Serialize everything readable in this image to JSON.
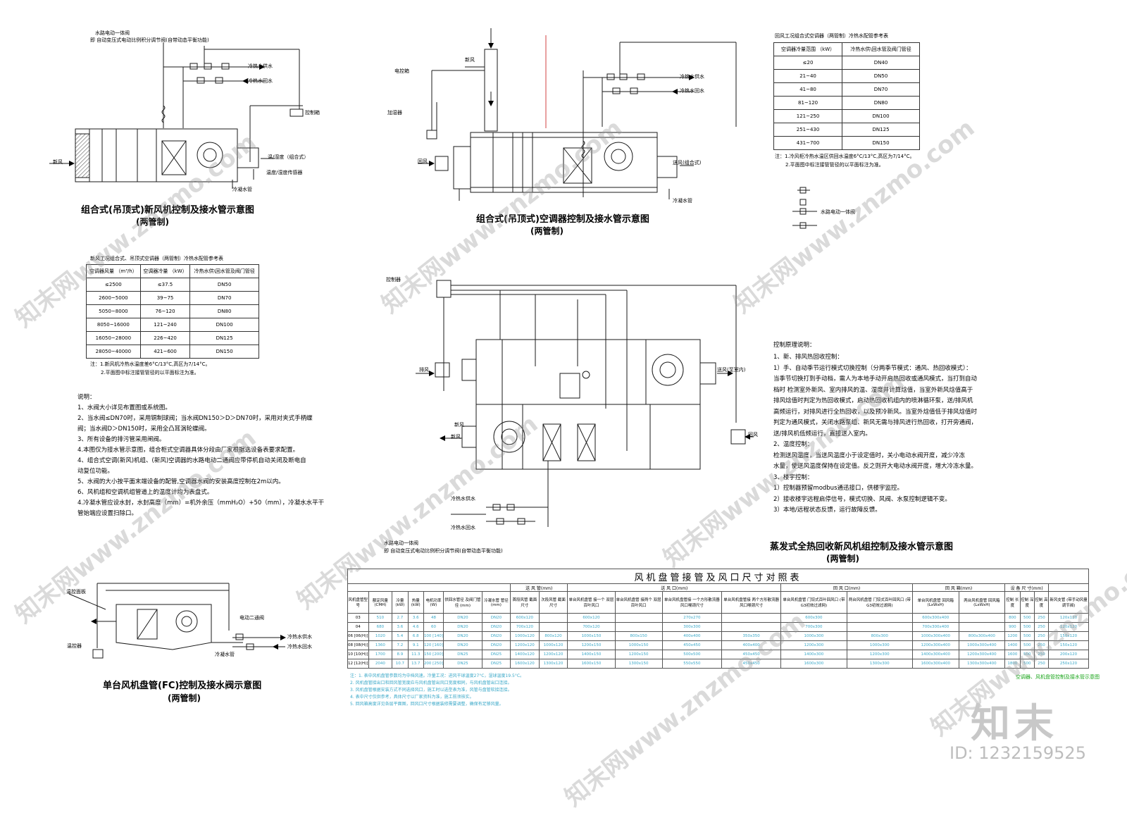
{
  "diagrams": {
    "fresh_air_unit": {
      "title": "组合式(吊顶式)新风机控制及接水管示意图",
      "subtitle": "(两管制)",
      "labels": {
        "valve_note_1": "水路电动一体阀",
        "valve_note_2": "即 自动变压式电动比例积分调节阀(自带动态平衡功能)",
        "supply_water": "冷热水供水",
        "return_water": "冷热水回水",
        "panel": "控制箱",
        "sensor": "温/湿度（组合式）",
        "fresh_air": "新风",
        "drain": "冷凝水管",
        "air_sensor": "温度/湿度传感器"
      }
    },
    "ahu": {
      "title": "组合式(吊顶式)空调器控制及接水管示意图",
      "subtitle": "(两管制)",
      "labels": {
        "return_air": "回风",
        "supply_air": "送风(组合式)",
        "fresh_air": "新风",
        "panel": "电控箱",
        "supply_water": "冷热水供水",
        "return_water": "冷热水回水",
        "humidifier": "加湿器",
        "drain": "冷凝水管"
      }
    },
    "heat_recovery": {
      "title": "蒸发式全热回收新风机组控制及接水管示意图",
      "subtitle": "(两管制)",
      "labels": {
        "controller": "控制器",
        "exhaust_air": "排风",
        "fresh_air_in": "新风",
        "supply_air": "送风(至室内)",
        "return_air": "回风",
        "outlet": "新风",
        "supply_water": "冷热水供水",
        "return_water": "冷热水回水",
        "valve_note_1": "水路电动一体阀",
        "valve_note_2": "即 自动变压式电动比例积分调节阀(自带动态平衡功能)"
      }
    },
    "fan_coil": {
      "title": "单台风机盘管(FC)控制及接水阀示意图",
      "subtitle": "(两管制)",
      "labels": {
        "panel": "温控面板",
        "valve": "电动二通阀",
        "supply_water": "冷热水供水",
        "return_water": "冷热水回水",
        "drain": "冷凝水管",
        "sensor": "温控器"
      }
    }
  },
  "table_fresh_air": {
    "caption": "新风工况组合式、吊顶式空调器（两管制）冷热水配管参考表",
    "headers": [
      "空调器风量 （m³/h）",
      "空调器冷量 （kW）",
      "冷热水供\\回水管及阀门管径"
    ],
    "rows": [
      [
        "≤2500",
        "≤37.5",
        "DN50"
      ],
      [
        "2600~5000",
        "39~75",
        "DN70"
      ],
      [
        "5050~8000",
        "76~120",
        "DN80"
      ],
      [
        "8050~16000",
        "121~240",
        "DN100"
      ],
      [
        "16050~28000",
        "226~420",
        "DN125"
      ],
      [
        "28050~40000",
        "421~600",
        "DN150"
      ]
    ],
    "notes": [
      "注：1.新风机冷热水温度差6°C/13°C,高区为7/14°C。",
      "2.平面图中标注接管管径的以平面标注为准。"
    ]
  },
  "table_return_air": {
    "caption": "回风工况组合式空调器（两管制）冷热水配管参考表",
    "headers": [
      "空调器冷量范围 （kW）",
      "冷热水供\\回水管及阀门管径"
    ],
    "rows": [
      [
        "≤20",
        "DN40"
      ],
      [
        "21~40",
        "DN50"
      ],
      [
        "41~80",
        "DN70"
      ],
      [
        "81~120",
        "DN80"
      ],
      [
        "121~250",
        "DN100"
      ],
      [
        "251~430",
        "DN125"
      ],
      [
        "431~700",
        "DN150"
      ]
    ],
    "notes": [
      "注：1.冷风柜冷热水温区供回水温度6°C/13°C,高区为7/14°C。",
      "2.平面图中标注接管管径的以平面标注为准。"
    ]
  },
  "legend": {
    "item": "水路电动一体阀"
  },
  "notes": {
    "heading": "说明：",
    "items": [
      "1、水阀大小详见布置图或系统图。",
      "2、当水阀≤DN70时，采用铜制球阀；当水阀DN150＞D＞DN70时，采用对夹式手柄蝶",
      "阀；当水阀D＞DN150时，采用全凸耳涡轮蝶阀。",
      "3、所有设备的排污管采用闸阀。",
      "4.本图仅为接水管示意图，组合柜式空调器具体分段由厂家根据选设备表要求配置。",
      "4、组合式空调(新风)机组、(新风)空调器的水路电动二通阀应带停机自动关闭及断电自",
      "动复位功能。",
      "5、水阀的大小按平面末端设备的配管,空调器水阀的安装高度控制在2m以内。",
      "6、风机组和空调机组管道上的温度计均为表盘式。",
      "4.冷凝水管应设水封，水封高度（mm）=机外余压（mmH₂O）+50（mm），冷凝水水平干",
      "管始端应设置扫除口。"
    ]
  },
  "control": {
    "heading": "控制原理说明：",
    "items": [
      "1、新、排风热回收控制：",
      "1）手、自动季节运行模式切换控制（分两季节模式：通风、热回收模式）：",
      "当季节切换打到手动档，需人为本地手动开启热回收或通风模式，当打到自动",
      "档时 检测室外新风、室内排风的温、湿度并计算焓值，当室外新风焓值高于",
      "排风焓值时判定为热回收模式，启动热回收机组内的喷淋循环泵，送/排风机",
      "高频运行，对排风进行全热回收，以及预冷新风。当室外焓值低于排风焓值时",
      "判定为通风模式，关闭水路泵组、新风无需与排风进行热回收，打开旁通阀，",
      "送/排风机低频运行，直接送入室内。",
      "2、温度控制：",
      "检测送风温度，当送风温度小于设定值时，关小电动水阀开度，减少冷冻",
      "水量，使送风温度保持在设定值。反之则开大电动水阀开度，增大冷冻水量。",
      "3、楼宇控制：",
      "1）控制器预留modbus通迅接口，供楼宇监控。",
      "2）接收楼宇远程启停信号，模式切换、风阀、水泵控制逻辑不变。",
      "3）本地/远程状态反馈，运行故障反馈。"
    ]
  },
  "fc_table": {
    "title": "风机盘管接管及风口尺寸对照表",
    "group_headers": [
      "送 风 管(mm)",
      "送 风 口(mm)",
      "回 风 口(mm)",
      "回 风 箱(mm)",
      "设 备 尺 寸(mm)"
    ],
    "headers": [
      "风机盘管型号",
      "额定风量 (CMH)",
      "冷量 (kW)",
      "热量 (kW)",
      "电机功率 (W)",
      "供回水管径 及阀门管径 (mm)",
      "冷凝水管 管径 (mm)",
      "首段风管 截面尺寸",
      "次段风管 截面尺寸",
      "单台风机盘管 接一个 双层百叶风口",
      "单台风机盘管 接两个 双层百叶风口",
      "单台风机盘管接 一个方形散流器 风口喉颈尺寸",
      "单台风机盘管接 两个方形散流器 风口喉颈尺寸",
      "单台风机盘管 门铰式百叶回风口 (带G3初效过滤网)",
      "两台风机盘管 门铰式百叶回风口 (带G3初效过滤网)",
      "单台风机盘管 回风箱 (LxWxH)",
      "两台风机盘管 回风箱 (LxWxH)",
      "控制 长度",
      "控制 深度",
      "控制 高度",
      "新风支管 (带手动风量调节阀)"
    ],
    "rows": [
      [
        "03",
        "510",
        "2.7",
        "3.6",
        "48",
        "DN20",
        "DN20",
        "600x120",
        "",
        "600x120",
        "",
        "270x270",
        "",
        "600x300",
        "",
        "600x300x400",
        "",
        "800",
        "500",
        "250",
        "120x120"
      ],
      [
        "04",
        "680",
        "3.6",
        "4.6",
        "60",
        "DN20",
        "DN20",
        "700x120",
        "",
        "700x120",
        "",
        "300x300",
        "",
        "700x300",
        "",
        "700x300x400",
        "",
        "900",
        "500",
        "250",
        "120x120"
      ],
      [
        "06 [06(H)]",
        "1020",
        "5.4",
        "6.8",
        "100 [140]",
        "DN20",
        "DN20",
        "1000x120",
        "800x120",
        "1000x150",
        "800x150",
        "400x400",
        "350x350",
        "1000x300",
        "800x300",
        "1000x300x400",
        "800x300x400",
        "1200",
        "500",
        "250",
        "150x120"
      ],
      [
        "08 [08(H)]",
        "1360",
        "7.2",
        "9.1",
        "120 [160]",
        "DN20",
        "DN20",
        "1200x120",
        "1000x120",
        "1200x150",
        "1000x150",
        "450x450",
        "400x400",
        "1200x300",
        "1000x300",
        "1200x300x400",
        "1000x300x400",
        "1400",
        "500",
        "250",
        "150x120"
      ],
      [
        "10 [10(H)]",
        "1700",
        "8.9",
        "11.3",
        "150 [200]",
        "DN25",
        "DN25",
        "1400x120",
        "1200x120",
        "1400x150",
        "1200x150",
        "500x500",
        "450x450",
        "1400x300",
        "1200x300",
        "1400x300x400",
        "1200x300x400",
        "1600",
        "500",
        "250",
        "200x120"
      ],
      [
        "12 [12(H)]",
        "2040",
        "10.7",
        "13.7",
        "200 [250]",
        "DN25",
        "DN25",
        "1600x120",
        "1300x120",
        "1600x150",
        "1300x150",
        "550x550",
        "450x450",
        "1600x300",
        "1300x300",
        "1600x300x400",
        "1300x300x400",
        "1800",
        "500",
        "250",
        "250x120"
      ]
    ],
    "notes": [
      "注：1. 表中风机盘管参数均为中档风速。冷量工况：进风干球温度27°C，湿球温度19.5°C。",
      "2. 风机盘管接出口和回风管宽度应与风机盘管出风口宽度相同，与风机盘管出口连接。",
      "3. 风机盘管根据安装方式不同选择风口，施工时以选型表为准，风管与盘管软接连接。",
      "4. 表中尺寸仅供参考，具体尺寸以厂家资料为准，施工前须核实。",
      "5. 回风箱高度详见各层平面图，回风口尺寸根据装修需要调整，确保有足够风量。"
    ]
  },
  "corner_note": "空调器、风机盘管控制及接水管示意图",
  "watermarks": {
    "site": "知末网www.znzmo.com",
    "logo": "知末",
    "id": "ID: 1232159525"
  },
  "colors": {
    "line": "#1a1a1a",
    "cyan": "#3aa8c8",
    "green": "#17a417",
    "yellow": "#d9b400",
    "red": "#d04040"
  }
}
